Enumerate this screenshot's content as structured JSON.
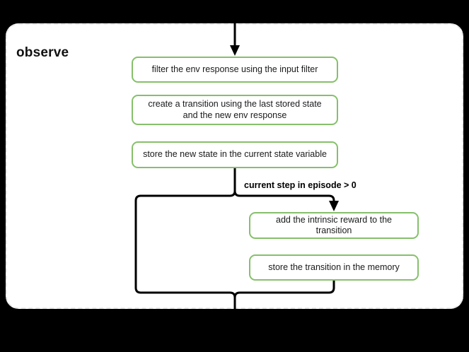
{
  "diagram": {
    "title": "observe",
    "background_color": "#000000",
    "panel_color": "#ffffff",
    "panel_border_color": "#e8e8e8",
    "node_border_color": "#86c06a",
    "wire_color": "#000000"
  },
  "nodes": [
    {
      "id": "filter",
      "label": "filter the env response using the input filter"
    },
    {
      "id": "transition",
      "label": "create a transition using the last stored state and the new env response"
    },
    {
      "id": "store_state",
      "label": "store the new state in the current state variable"
    },
    {
      "id": "intrinsic",
      "label": "add the intrinsic reward to the transition"
    },
    {
      "id": "memory",
      "label": "store the transition in the memory"
    }
  ],
  "edges": [
    {
      "id": "entry",
      "label": ""
    },
    {
      "id": "condition",
      "label": "current step in episode > 0"
    },
    {
      "id": "bypass",
      "label": ""
    },
    {
      "id": "exit",
      "label": ""
    }
  ]
}
